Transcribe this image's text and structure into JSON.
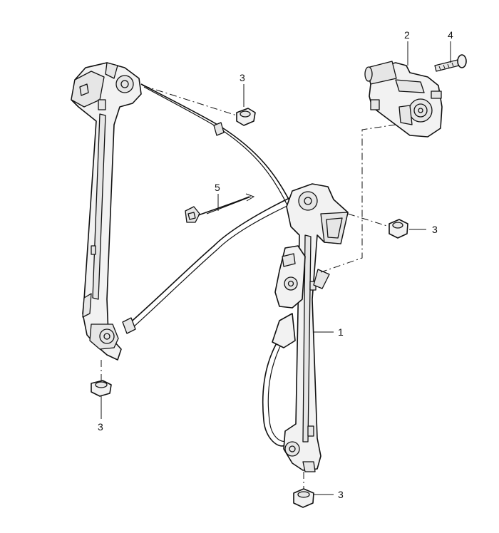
{
  "callouts": {
    "c1": "1",
    "c2": "2",
    "c3_top": "3",
    "c3_right": "3",
    "c3_left_bottom": "3",
    "c3_bottom": "3",
    "c4": "4",
    "c5": "5"
  }
}
